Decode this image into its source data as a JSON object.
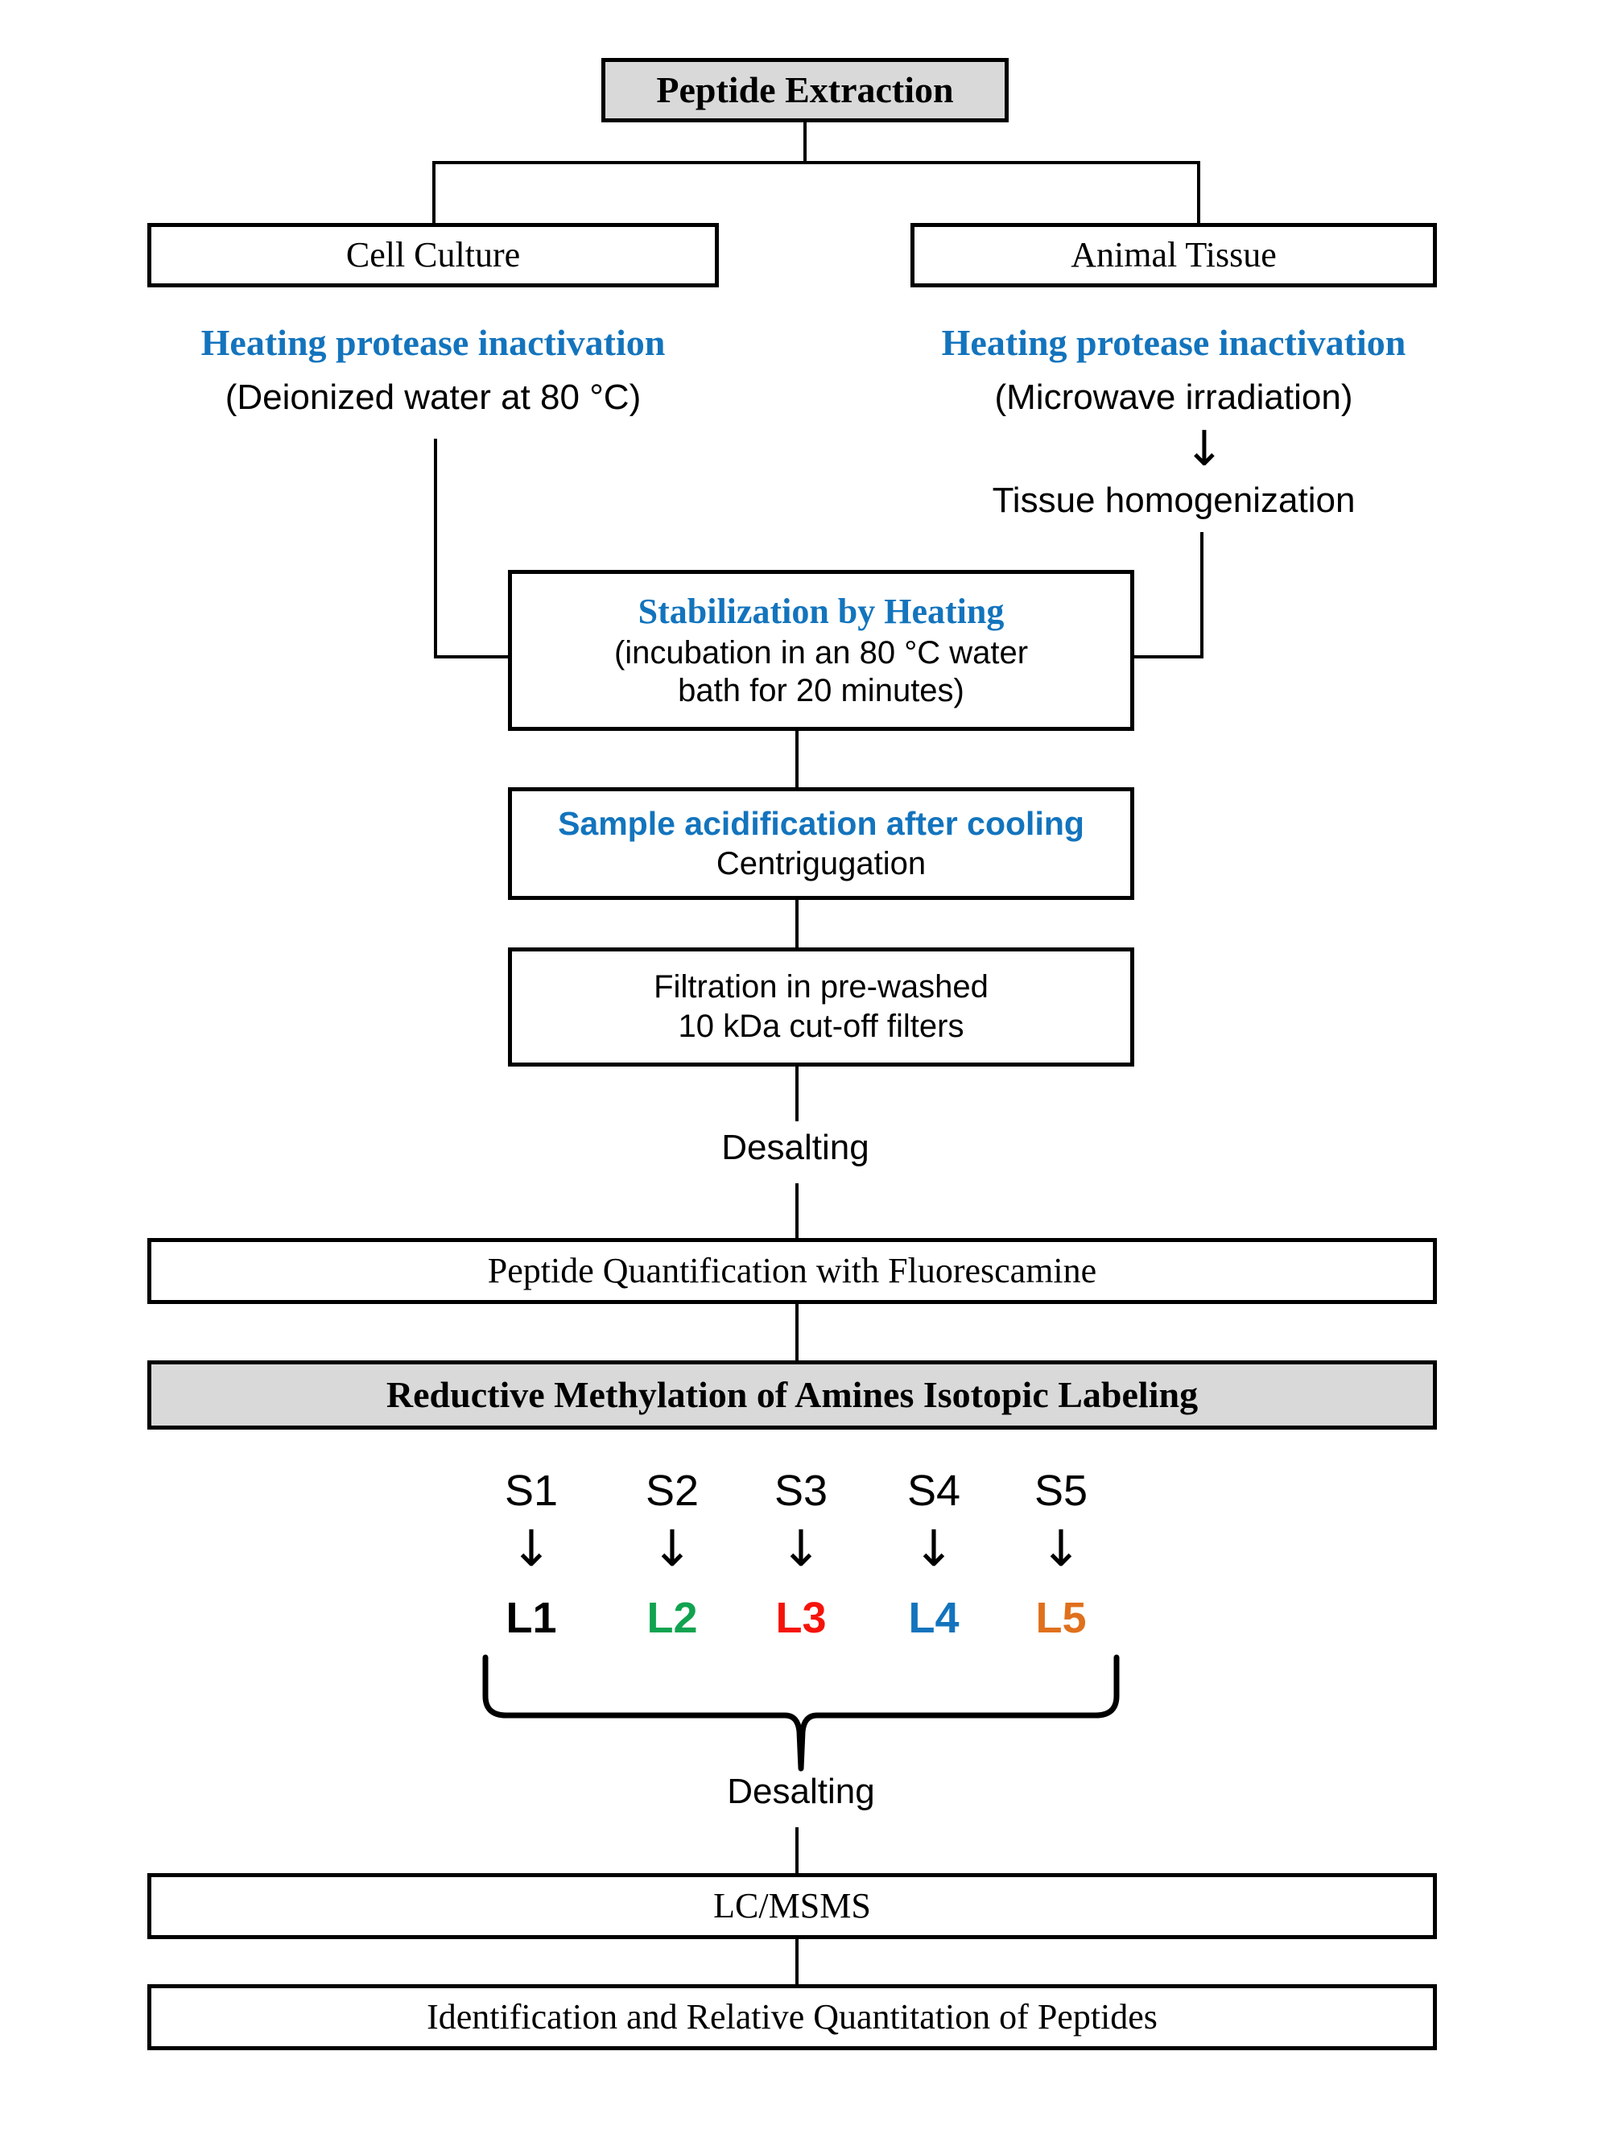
{
  "diagram": {
    "title": "Peptide Extraction workflow",
    "colors": {
      "accent_blue": "#1374bd",
      "label_green": "#10a350",
      "label_red": "#f5130a",
      "label_blue": "#1374bd",
      "label_orange": "#e0701c",
      "box_fill_gray": "#d9d9d9",
      "border_black": "#000000"
    }
  },
  "nodes": {
    "peptide_extraction": "Peptide Extraction",
    "cell_culture": "Cell Culture",
    "animal_tissue": "Animal Tissue",
    "cell_culture_note_title": "Heating protease inactivation",
    "cell_culture_note_sub": "(Deionized water at 80 °C)",
    "animal_tissue_note_title": "Heating protease inactivation",
    "animal_tissue_note_sub": "(Microwave irradiation)",
    "tissue_homogenization": "Tissue homogenization",
    "stabilization_title": "Stabilization by Heating",
    "stabilization_line1": "(incubation in an 80 °C water",
    "stabilization_line2": "bath for 20 minutes)",
    "acidification_title": "Sample acidification after cooling",
    "acidification_sub": "Centrigugation",
    "filtration_line1": "Filtration in pre-washed",
    "filtration_line2": "10 kDa cut-off filters",
    "desalting_1": "Desalting",
    "peptide_quantification": "Peptide Quantification with Fluorescamine",
    "reductive_methylation": "Reductive Methylation of Amines Isotopic Labeling",
    "desalting_2": "Desalting",
    "lcmsms": "LC/MSMS",
    "identification": "Identification and Relative Quantitation of Peptides"
  },
  "labeling": {
    "samples": [
      "S1",
      "S2",
      "S3",
      "S4",
      "S5"
    ],
    "labels": [
      {
        "text": "L1",
        "color": "#000000"
      },
      {
        "text": "L2",
        "color": "#10a350"
      },
      {
        "text": "L3",
        "color": "#f5130a"
      },
      {
        "text": "L4",
        "color": "#1374bd"
      },
      {
        "text": "L5",
        "color": "#e0701c"
      }
    ],
    "arrow_glyph": "↓"
  },
  "icons": {
    "down_arrow": "↓"
  }
}
